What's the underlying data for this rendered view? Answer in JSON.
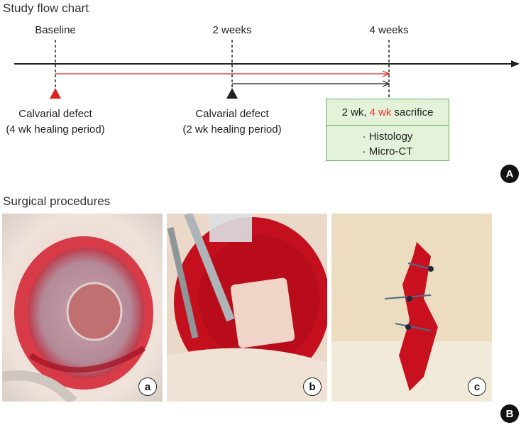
{
  "panel_a": {
    "title": "Study flow chart",
    "timepoints": [
      "Baseline",
      "2 weeks",
      "4 weeks"
    ],
    "events": [
      {
        "line1": "Calvarial defect",
        "line2": "(4 wk healing period)",
        "color": "#e0201b"
      },
      {
        "line1": "Calvarial defect",
        "line2": "(2 wk healing period)",
        "color": "#222222"
      }
    ],
    "outcome": {
      "prefix": "2 wk,",
      "highlight": "4 wk",
      "suffix": "sacrifice",
      "items": [
        "· Histology",
        "· Micro-CT"
      ]
    },
    "badge": "A"
  },
  "panel_b": {
    "title": "Surgical procedures",
    "photos": [
      {
        "label": "a"
      },
      {
        "label": "b"
      },
      {
        "label": "c"
      }
    ],
    "badge": "B"
  },
  "colors": {
    "timeline": "#222222",
    "red_arrow": "#e0201b",
    "outcome_fill": "#e3f2d8",
    "outcome_border": "#5cb85c",
    "highlight": "#e53935"
  }
}
